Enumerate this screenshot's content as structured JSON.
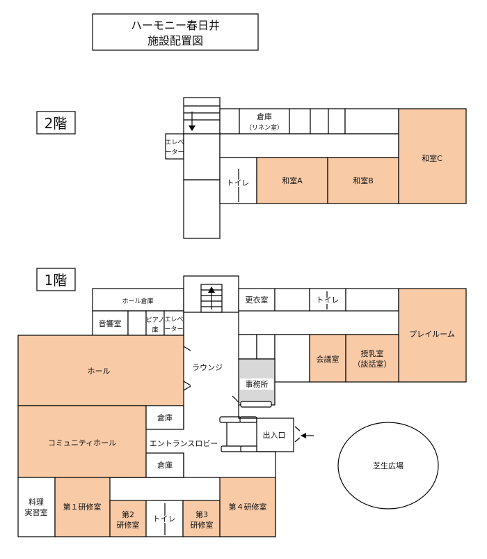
{
  "title": {
    "line1": "ハーモニー春日井",
    "line2": "施設配置図"
  },
  "floor2": {
    "label": "2階",
    "rooms": {
      "storage_linen_1": "倉庫",
      "storage_linen_2": "（リネン室）",
      "elevator_1": "エレベ",
      "elevator_2": "ーター",
      "toilet": "トイレ",
      "washitsu_a": "和室A",
      "washitsu_b": "和室B",
      "washitsu_c": "和室C"
    }
  },
  "floor1": {
    "label": "1階",
    "rooms": {
      "hall_storage": "ホール倉庫",
      "sound_room": "音響室",
      "piano_storage_1": "ピアノ",
      "piano_storage_2": "庫",
      "elevator_1": "エレベ",
      "elevator_2": "ーター",
      "changing_room": "更衣室",
      "toilet_east": "トイレ",
      "play_room": "プレイルーム",
      "hall": "ホール",
      "lounge": "ラウンジ",
      "office": "事務所",
      "meeting_room": "会議室",
      "nursing_1": "授乳室",
      "nursing_2": "（談話室）",
      "storage_1": "倉庫",
      "community_hall": "コミュニティホール",
      "entrance_lobby": "エントランスロビー",
      "entrance": "出入口",
      "storage_2": "倉庫",
      "lawn": "芝生広場",
      "cooking_1": "料理",
      "cooking_2": "実習室",
      "training_1": "第１研修室",
      "training_2a": "第2",
      "training_2b": "研修室",
      "toilet_south": "トイレ",
      "training_3a": "第3",
      "training_3b": "研修室",
      "training_4": "第４研修室"
    }
  },
  "colors": {
    "room_fill": "#f8caa6",
    "office_fill": "#d8d8d8",
    "line": "#000000"
  }
}
